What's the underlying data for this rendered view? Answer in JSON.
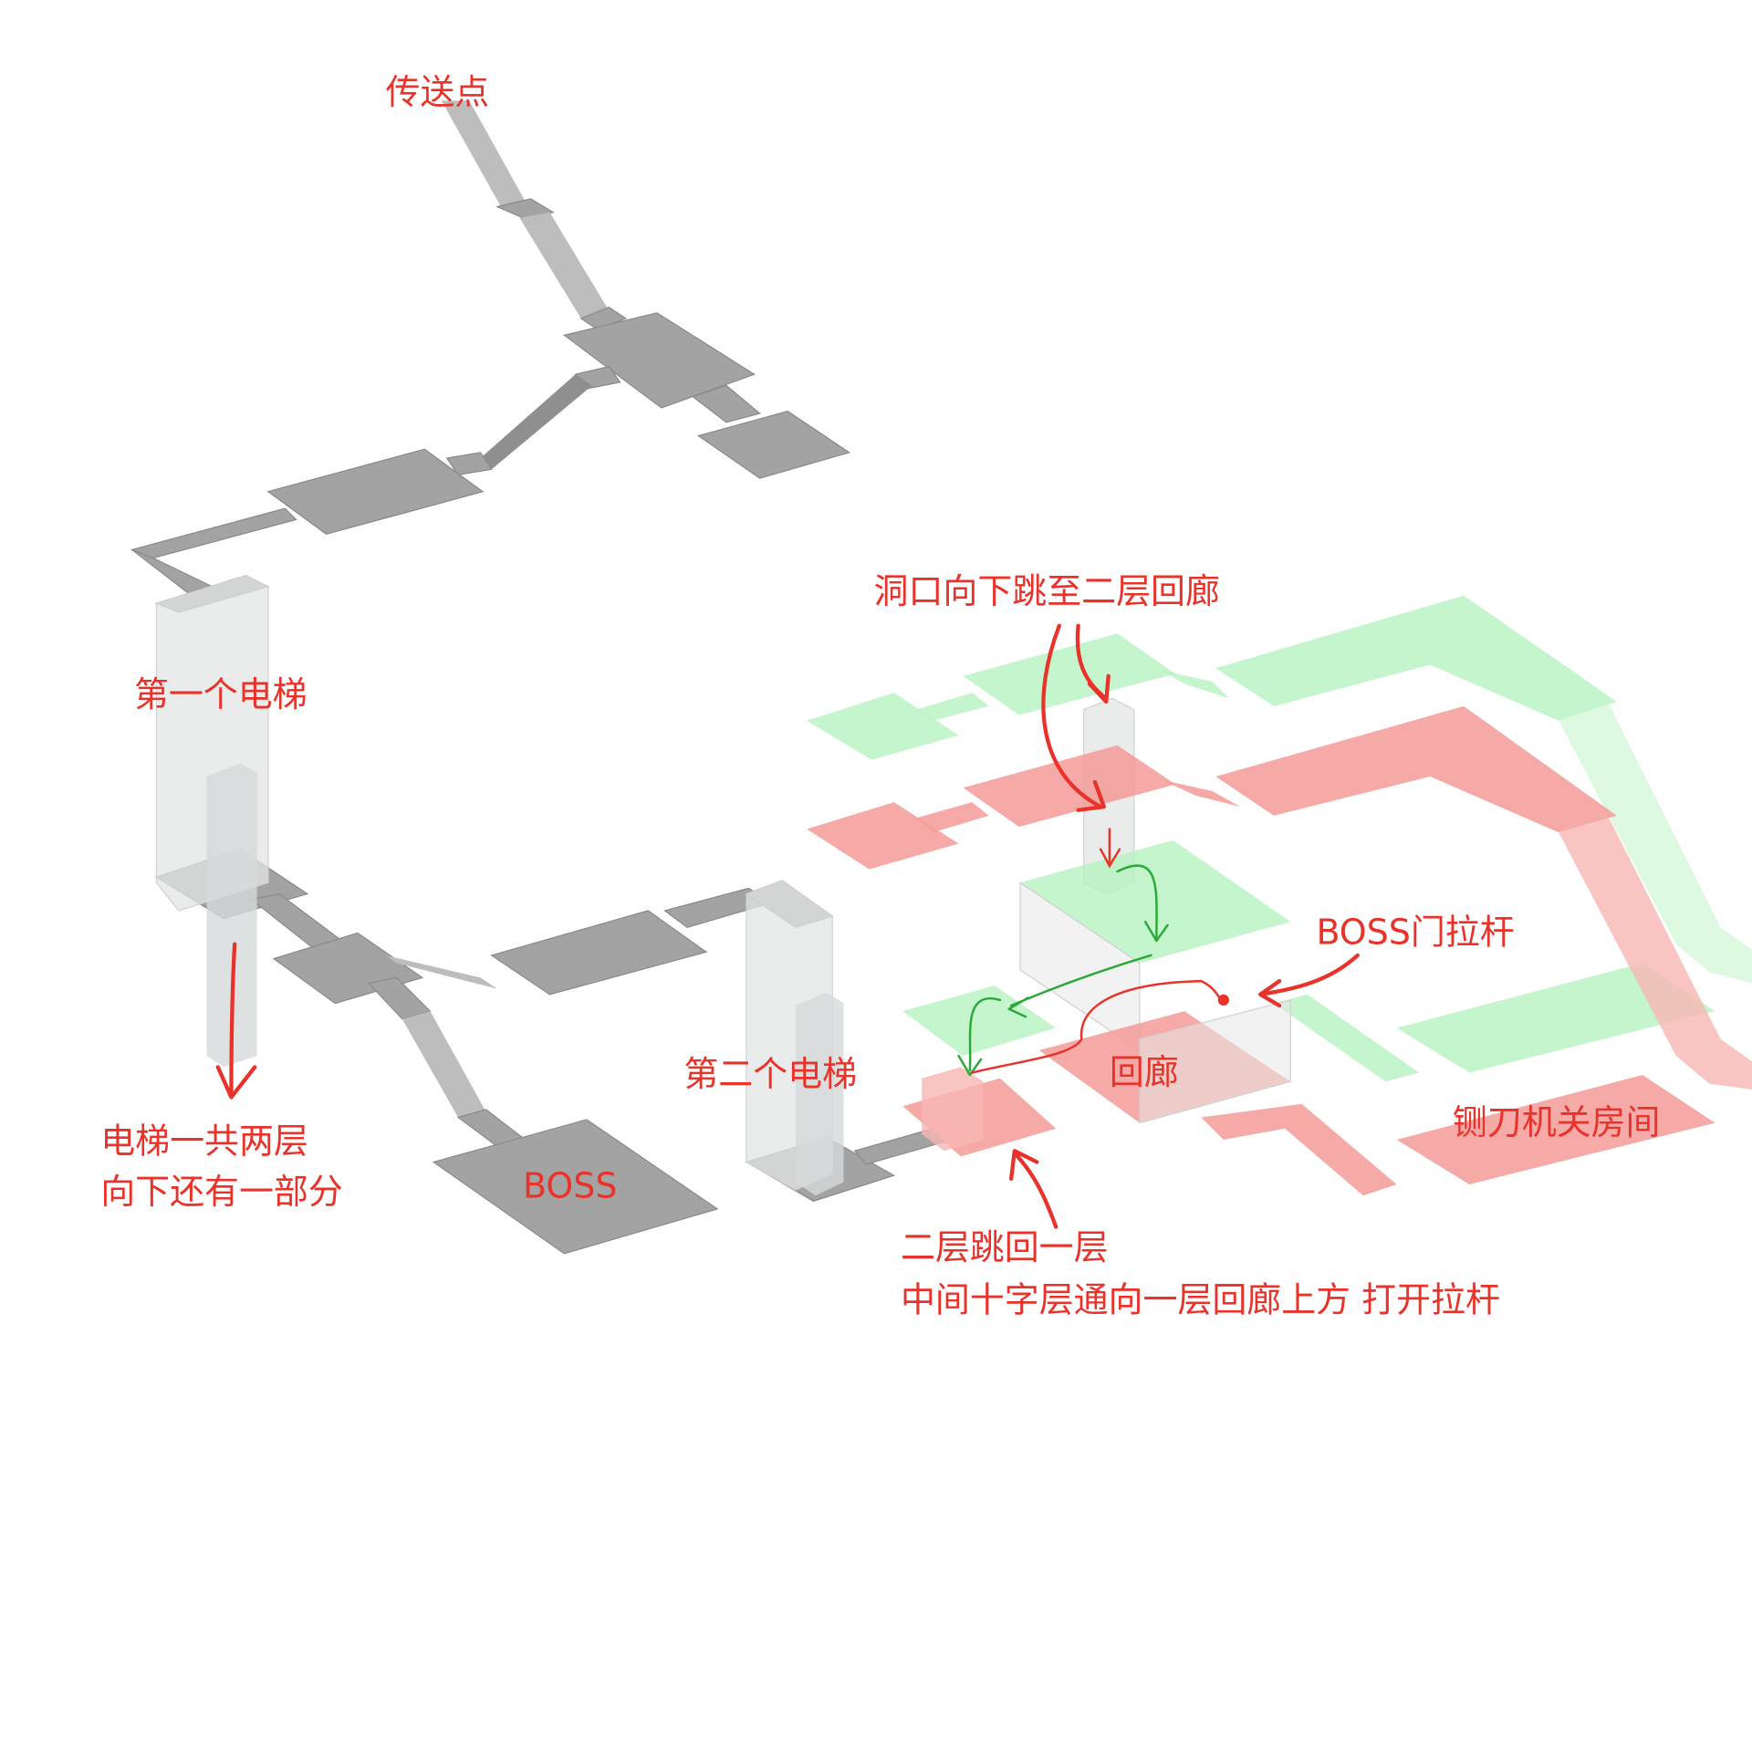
{
  "labels": {
    "teleport": "传送点",
    "elevator1": "第一个电梯",
    "elevator1_note_line1": "电梯一共两层",
    "elevator1_note_line2": "向下还有一部分",
    "boss": "BOSS",
    "elevator2": "第二个电梯",
    "hole_jump": "洞口向下跳至二层回廊",
    "boss_lever": "BOSS门拉杆",
    "corridor": "回廊",
    "guillotine_room": "铡刀机关房间",
    "jump_back_line1": "二层跳回一层",
    "jump_back_line2": "中间十字层通向一层回廊上方 打开拉杆"
  },
  "colors": {
    "annotation": "#e8322a",
    "floor1": "#a3a3a3",
    "floor2": "#f59b98",
    "floor3": "#b7f2bf",
    "green_arrow": "#2aa838"
  }
}
